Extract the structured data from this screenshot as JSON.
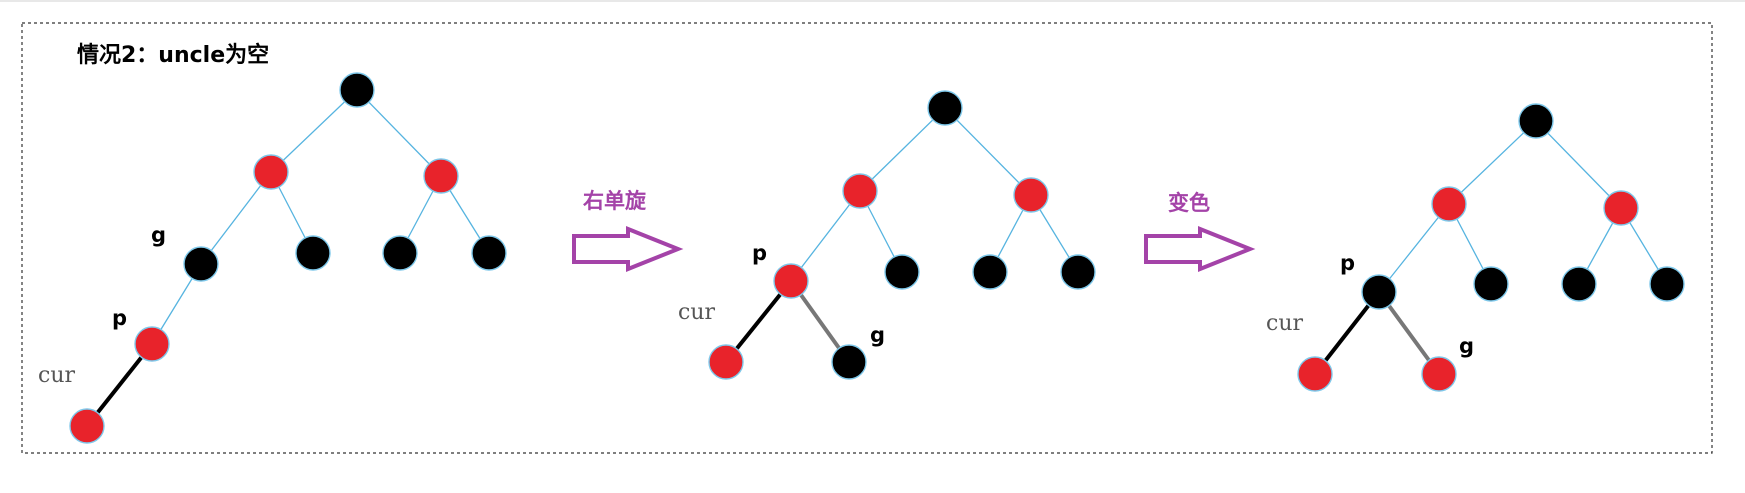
{
  "title": "情况2：uncle为空",
  "colors": {
    "red_node": "#e8232b",
    "black_node": "#000000",
    "node_outline": "#7ec8ea",
    "edge": "#56b4e0",
    "arrow": "#a443a8",
    "highlight_edge_dark": "#000000",
    "highlight_edge_gray": "#777777"
  },
  "operations": [
    {
      "label": "右单旋",
      "icon": "right-arrow"
    },
    {
      "label": "变色",
      "icon": "right-arrow"
    }
  ],
  "node_labels": {
    "g": "g",
    "p": "p",
    "cur": "cur"
  },
  "trees": [
    {
      "name": "initial",
      "nodes": [
        {
          "id": "root",
          "color": "black"
        },
        {
          "id": "L",
          "color": "red"
        },
        {
          "id": "R",
          "color": "red"
        },
        {
          "id": "g",
          "color": "black",
          "label": "g"
        },
        {
          "id": "L2",
          "color": "black"
        },
        {
          "id": "R1",
          "color": "black"
        },
        {
          "id": "R2",
          "color": "black"
        },
        {
          "id": "p",
          "color": "red",
          "label": "p"
        },
        {
          "id": "cur",
          "color": "red",
          "label": "cur"
        }
      ]
    },
    {
      "name": "after-right-rotation",
      "nodes": [
        {
          "id": "root",
          "color": "black"
        },
        {
          "id": "L",
          "color": "red"
        },
        {
          "id": "R",
          "color": "red"
        },
        {
          "id": "p",
          "color": "red",
          "label": "p"
        },
        {
          "id": "L2",
          "color": "black"
        },
        {
          "id": "R1",
          "color": "black"
        },
        {
          "id": "R2",
          "color": "black"
        },
        {
          "id": "cur",
          "color": "red",
          "label": "cur"
        },
        {
          "id": "g",
          "color": "black",
          "label": "g"
        }
      ]
    },
    {
      "name": "after-recolor",
      "nodes": [
        {
          "id": "root",
          "color": "black"
        },
        {
          "id": "L",
          "color": "red"
        },
        {
          "id": "R",
          "color": "red"
        },
        {
          "id": "p",
          "color": "black",
          "label": "p"
        },
        {
          "id": "L2",
          "color": "black"
        },
        {
          "id": "R1",
          "color": "black"
        },
        {
          "id": "R2",
          "color": "black"
        },
        {
          "id": "cur",
          "color": "red",
          "label": "cur"
        },
        {
          "id": "g",
          "color": "red",
          "label": "g"
        }
      ]
    }
  ]
}
